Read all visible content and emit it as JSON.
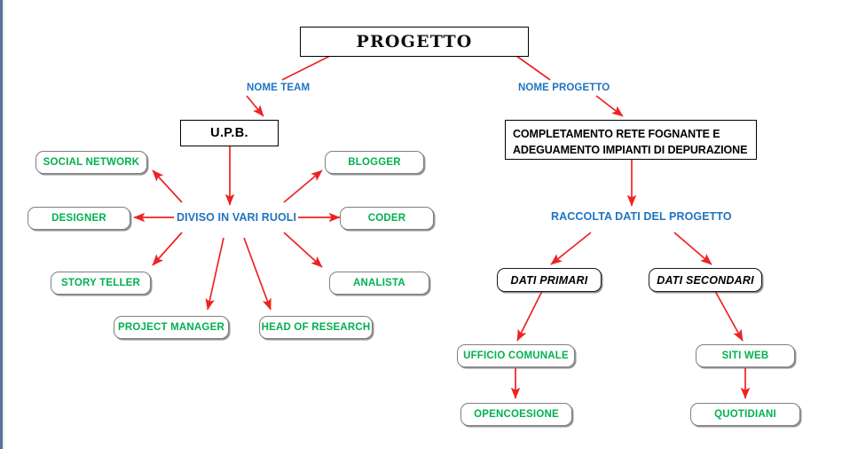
{
  "diagram": {
    "title": "PROGETTO",
    "language": "it",
    "accent_colors": {
      "arrow_red": "#ee2222",
      "label_blue": "#1f74c0",
      "node_green": "#00b14f",
      "node_border_gray": "#7f7f7f",
      "node_border_black": "#1a1a1a",
      "frame_border": "#5a7096",
      "background": "#ffffff"
    },
    "root": {
      "label": "PROGETTO"
    },
    "edge_labels": {
      "nome_team": "NOME TEAM",
      "nome_progetto": "NOME PROGETTO",
      "diviso_in_vari_ruoli": "DIVISO IN VARI RUOLI",
      "raccolta_dati": "RACCOLTA DATI DEL PROGETTO"
    },
    "team_branch": {
      "team_name": "U.P.B.",
      "hub_label": "DIVISO IN VARI RUOLI",
      "roles": [
        {
          "label": "SOCIAL  NETWORK"
        },
        {
          "label": "DESIGNER"
        },
        {
          "label": "STORY TELLER"
        },
        {
          "label": "PROJECT MANAGER"
        },
        {
          "label": "HEAD OF RESEARCH"
        },
        {
          "label": "ANALISTA"
        },
        {
          "label": "CODER"
        },
        {
          "label": "BLOGGER"
        }
      ]
    },
    "project_branch": {
      "project_name_line1": "COMPLETAMENTO RETE FOGNANTE E",
      "project_name_line2": "ADEGUAMENTO IMPIANTI DI DEPURAZIONE",
      "collection_label": "RACCOLTA DATI DEL PROGETTO",
      "data_types": [
        {
          "label": "DATI PRIMARI",
          "sources": [
            {
              "label": "UFFICIO COMUNALE"
            },
            {
              "label": "OPENCOESIONE"
            }
          ]
        },
        {
          "label": "DATI SECONDARI",
          "sources": [
            {
              "label": "SITI WEB"
            },
            {
              "label": "QUOTIDIANI"
            }
          ]
        }
      ]
    }
  }
}
